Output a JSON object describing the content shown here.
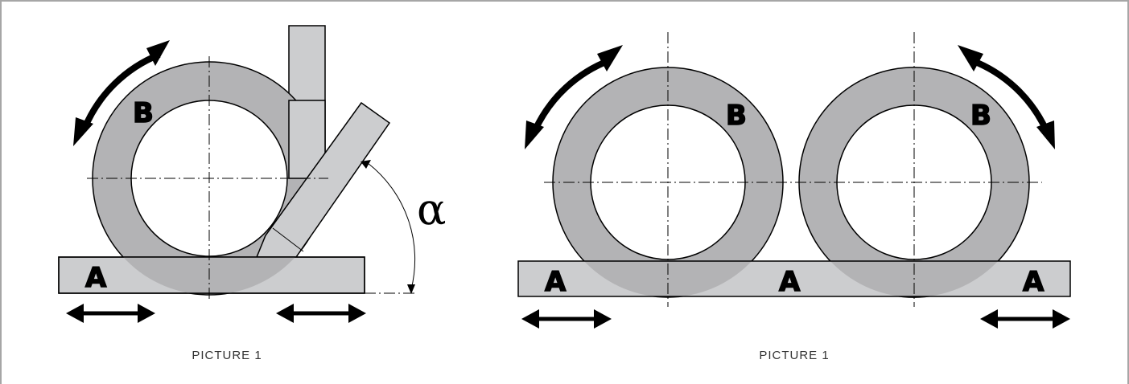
{
  "colors": {
    "frame": "#a6a6a6",
    "part_fill": "#cccdcf",
    "roller_fill": "#b3b3b5",
    "outline": "#000000",
    "caption": "#333333"
  },
  "left_figure": {
    "caption": "PICTURE 1",
    "roller_label": "B",
    "bar_label": "A",
    "angle_label": "α"
  },
  "right_figure": {
    "caption": "PICTURE 1",
    "roller_left_label": "B",
    "roller_right_label": "B",
    "bar_left_label": "A",
    "bar_middle_label": "A",
    "bar_right_label": "A"
  }
}
